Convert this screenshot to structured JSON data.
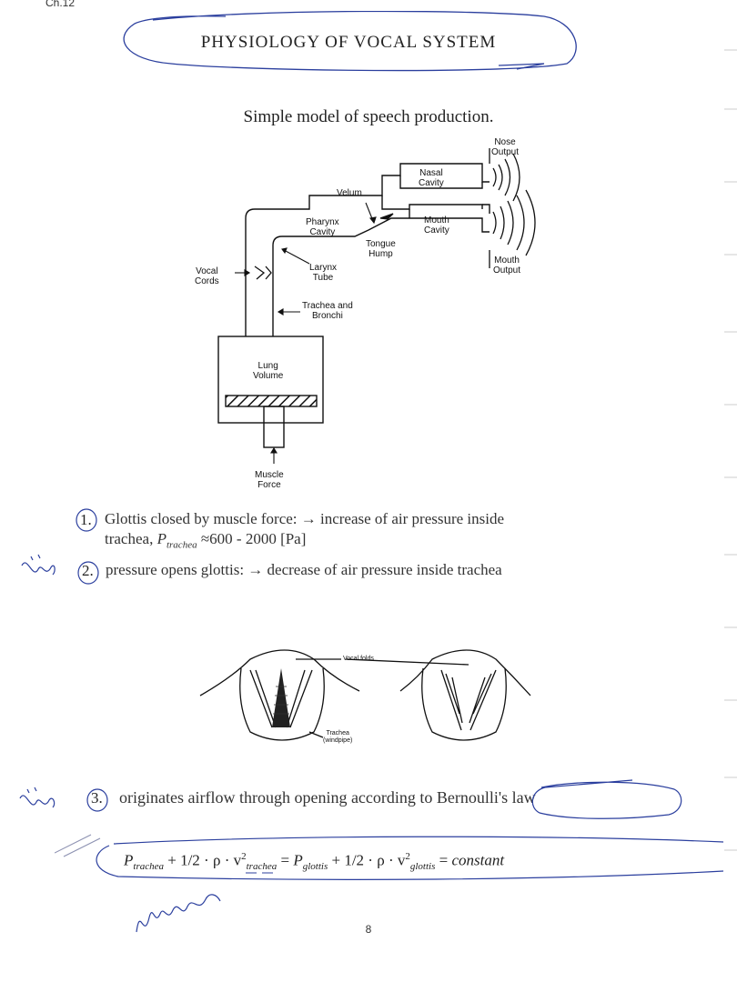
{
  "header": {
    "chapter": "Ch.12"
  },
  "title": "PHYSIOLOGY OF VOCAL SYSTEM",
  "subtitle": "Simple model of speech production.",
  "diagram_labels": {
    "nose_output": "Nose\nOutput",
    "nasal_cavity": "Nasal\nCavity",
    "velum": "Velum",
    "pharynx_cavity": "Pharynx\nCavity",
    "mouth_cavity": "Mouth\nCavity",
    "tongue_hump": "Tongue\nHump",
    "mouth_output": "Mouth\nOutput",
    "vocal_cords": "Vocal\nCords",
    "larynx_tube": "Larynx\nTube",
    "trachea_bronchi": "Trachea and\nBronchi",
    "lung_volume": "Lung\nVolume",
    "muscle_force": "Muscle\nForce",
    "vocal_folds": "Vocal folds",
    "trachea_windpipe": "Trachea\n(windpipe)"
  },
  "items": [
    {
      "num": "1.",
      "text_a": "Glottis closed by muscle force:  →  increase of air pressure inside",
      "text_b_pre": "trachea, ",
      "text_b_var": "P",
      "text_b_sub": "trachea",
      "text_b_post": " ≈600 - 2000 [Pa]"
    },
    {
      "num": "2.",
      "text": "pressure opens glottis:  →  decrease of air pressure inside trachea"
    },
    {
      "num": "3.",
      "text_pre": "originates airflow through opening according to ",
      "text_law": "Bernoulli's law"
    }
  ],
  "equation": {
    "p_trachea": "P",
    "p_trachea_sub": "trachea",
    "half": " + 1/2 · ρ · v",
    "v_trachea_sub": "trachea",
    "equals": " = ",
    "p_glottis": "P",
    "p_glottis_sub": "glottis",
    "v_glottis_sub": "glottis",
    "sq": "2",
    "constant": "constant"
  },
  "page_number": "8",
  "colors": {
    "pen": "#2b3f9e",
    "ink": "#222222"
  }
}
